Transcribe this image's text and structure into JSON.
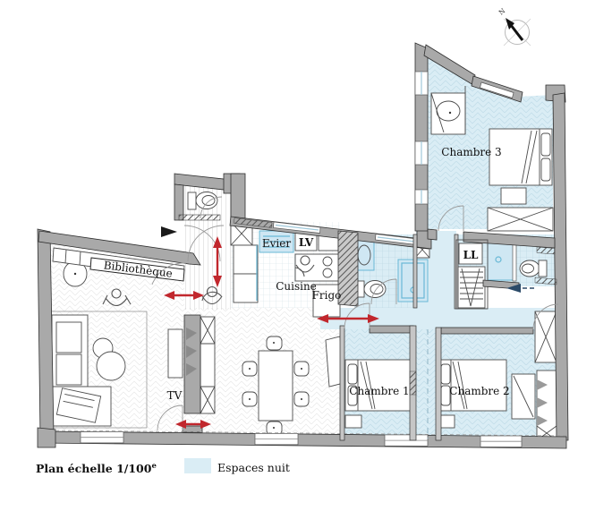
{
  "compass": {
    "north_label": "N"
  },
  "legend": {
    "scale_text": "Plan échelle 1/100",
    "scale_exponent": "e",
    "night_zone_label": "Espaces nuit"
  },
  "labels": {
    "bibliotheque": "Bibliothèque",
    "evier": "Evier",
    "lave_vaisselle": "LV",
    "cuisine": "Cuisine",
    "frigo": "Frigo",
    "lave_linge": "LL",
    "tv": "TV",
    "chambre1": "Chambre 1",
    "chambre2": "Chambre 2",
    "chambre3": "Chambre 3"
  },
  "colors": {
    "wall_fill": "#a9a9a9",
    "night_zone_fill": "#daedf5",
    "red_arrow": "#c1272d",
    "navy_arrow": "#2b4a68",
    "fixture_blue": "#69b8d6",
    "fixture_fill": "#cfe7f3"
  }
}
